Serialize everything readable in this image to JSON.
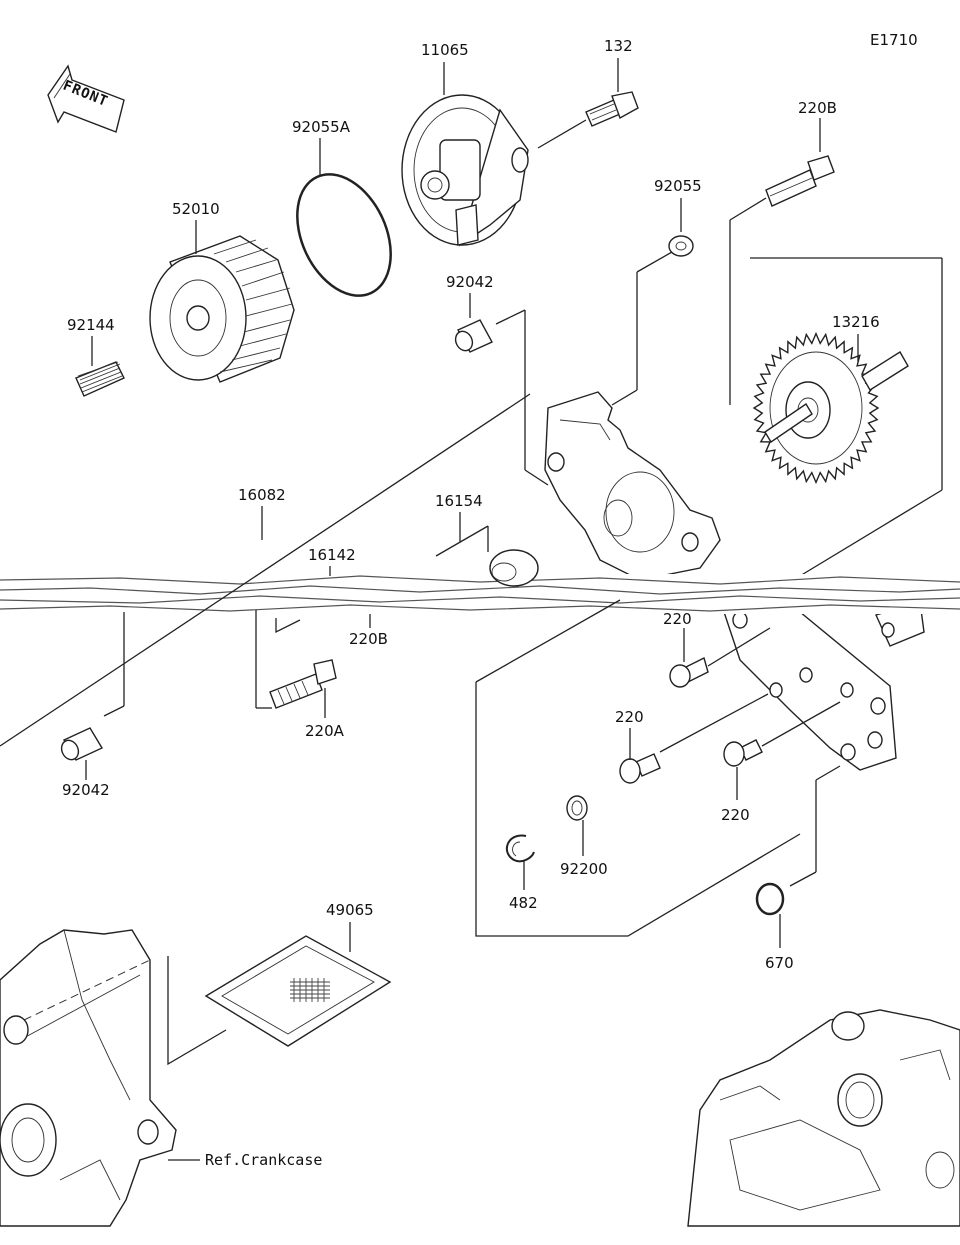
{
  "diagram_code": "E1710",
  "front_label": "FRONT",
  "reference_label": "Ref.Crankcase",
  "part_numbers": {
    "p11065": "11065",
    "p132": "132",
    "p220B_top": "220B",
    "p92055A": "92055A",
    "p92055": "92055",
    "p52010": "52010",
    "p92042_top": "92042",
    "p92144": "92144",
    "p13216": "13216",
    "p16082": "16082",
    "p16154": "16154",
    "p16142": "16142",
    "p220B_mid": "220B",
    "p220_a": "220",
    "p220A": "220A",
    "p92042_bottom": "92042",
    "p220_b": "220",
    "p220_c": "220",
    "p92200": "92200",
    "p482": "482",
    "p670": "670",
    "p49065": "49065"
  },
  "colors": {
    "line": "#222222",
    "background": "#ffffff"
  }
}
